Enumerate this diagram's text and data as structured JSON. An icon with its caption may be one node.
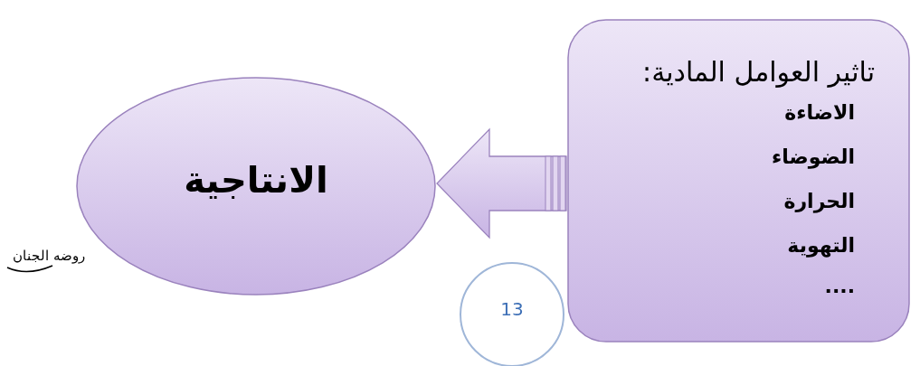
{
  "diagram": {
    "nodes": [
      {
        "text": [
          "تاثير العوامل المادية:",
          "الاضاءة",
          "الضوضاء",
          "الحرارة",
          "التهوية",
          "...."
        ]
      },
      {
        "text": [
          "الانتاجية"
        ]
      },
      {
        "text": [
          "13"
        ]
      }
    ],
    "edges": [
      {
        "from": 0,
        "to": 1,
        "arrow": "to"
      }
    ],
    "labels": [
      "روضه الجنان"
    ]
  }
}
